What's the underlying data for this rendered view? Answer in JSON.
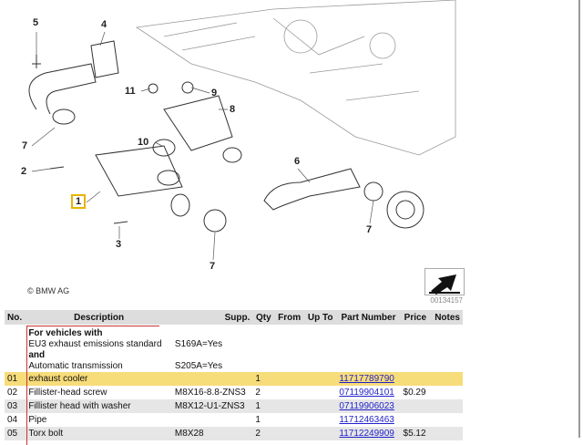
{
  "diagram": {
    "callouts": [
      "5",
      "4",
      "11",
      "9",
      "8",
      "10",
      "7",
      "2",
      "1",
      "3",
      "6",
      "7",
      "7"
    ],
    "selected": "1",
    "copyright": "© BMW AG",
    "illustration_number": "00134157",
    "highlight_color": "#f7dc7a"
  },
  "table": {
    "headers": [
      "No.",
      "Description",
      "Supp.",
      "Qty",
      "From",
      "Up To",
      "Part Number",
      "Price",
      "Notes"
    ],
    "condition": {
      "l1": "For vehicles with",
      "l2": "EU3 exhaust emissions standard",
      "s2": "S169A=Yes",
      "l3": "and",
      "l4": "Automatic transmission",
      "s4": "S205A=Yes"
    },
    "rows": [
      {
        "no": "01",
        "desc": "exhaust cooler",
        "supp": "",
        "qty": "1",
        "part": "11717789790",
        "price": ""
      },
      {
        "no": "02",
        "desc": "Fillister-head screw",
        "supp": "M8X16-8.8-ZNS3",
        "qty": "2",
        "part": "07119904101",
        "price": "$0.29"
      },
      {
        "no": "03",
        "desc": "Fillister head with washer",
        "supp": "M8X12-U1-ZNS3",
        "qty": "1",
        "part": "07119906023",
        "price": ""
      },
      {
        "no": "04",
        "desc": "Pipe",
        "supp": "",
        "qty": "1",
        "part": "11712463463",
        "price": ""
      },
      {
        "no": "05",
        "desc": "Torx bolt",
        "supp": "M8X28",
        "qty": "2",
        "part": "11712249909",
        "price": "$5.12"
      }
    ]
  }
}
